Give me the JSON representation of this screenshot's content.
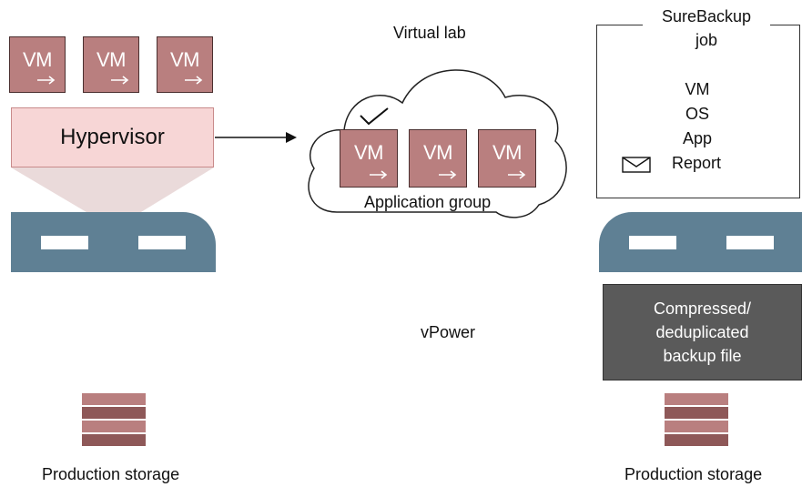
{
  "left": {
    "vms": [
      {
        "label": "VM",
        "icon": "arrow-right-icon"
      },
      {
        "label": "VM",
        "icon": "arrow-right-icon"
      },
      {
        "label": "VM",
        "icon": "arrow-right-icon"
      }
    ],
    "hypervisor_label": "Hypervisor",
    "storage_label": "Production storage"
  },
  "center": {
    "cloud_title": "Virtual lab",
    "vms": [
      {
        "label": "VM",
        "icon": "arrow-right-icon"
      },
      {
        "label": "VM",
        "icon": "arrow-right-icon"
      },
      {
        "label": "VM",
        "icon": "arrow-right-icon"
      }
    ],
    "group_label": "Application group",
    "check_icon": "checkmark-icon",
    "vpower_label": "vPower"
  },
  "right": {
    "job_title_line1": "SureBackup",
    "job_title_line2": "job",
    "job_items": [
      "VM",
      "OS",
      "App"
    ],
    "report_label": "Report",
    "report_icon": "envelope-icon",
    "backup_line1": "Compressed/",
    "backup_line2": "deduplicated",
    "backup_line3": "backup file",
    "storage_label": "Production storage"
  },
  "colors": {
    "vm_fill": "#b97f7f",
    "hypervisor_fill": "#f7d6d6",
    "server_fill": "#5f8094",
    "backup_fill": "#5a5a5a"
  }
}
